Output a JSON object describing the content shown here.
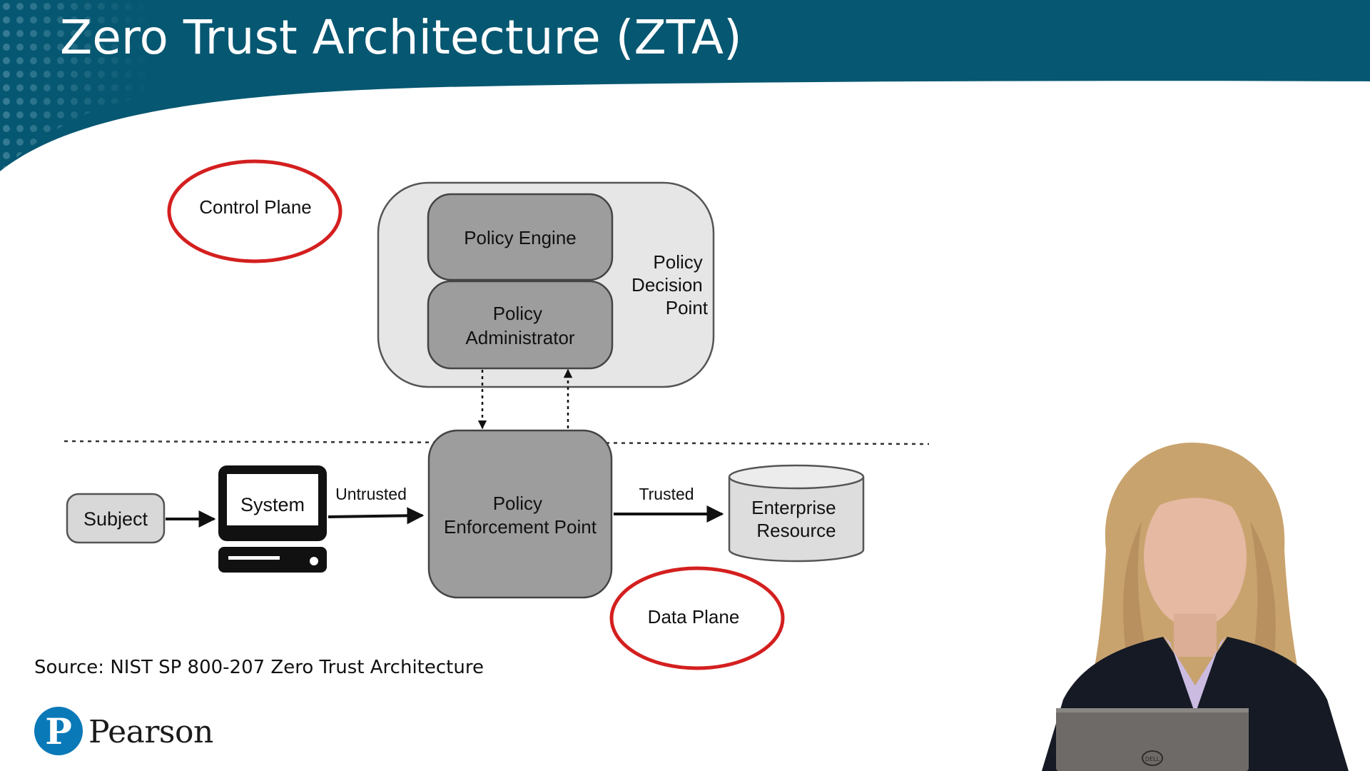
{
  "slide": {
    "title": "Zero Trust Architecture (ZTA)",
    "source": "Source: NIST SP 800-207 Zero Trust Architecture",
    "brand": "Pearson",
    "brand_initial": "P"
  },
  "diagram": {
    "pdp_label": [
      "Policy",
      "Decision",
      "Point"
    ],
    "policy_engine": "Policy Engine",
    "policy_administrator": [
      "Policy",
      "Administrator"
    ],
    "pep": [
      "Policy",
      "Enforcement Point"
    ],
    "subject": "Subject",
    "system": "System",
    "untrusted": "Untrusted",
    "trusted": "Trusted",
    "enterprise_resource": [
      "Enterprise",
      "Resource"
    ],
    "callouts": {
      "control_plane": "Control Plane",
      "data_plane": "Data Plane"
    }
  },
  "laptop_brand": "DELL",
  "colors": {
    "header": "#065771",
    "callout_ring": "#d41f1f",
    "component_fill": "#9d9d9d",
    "container_fill": "#e8e8e8",
    "brand_blue": "#0a79b8"
  }
}
